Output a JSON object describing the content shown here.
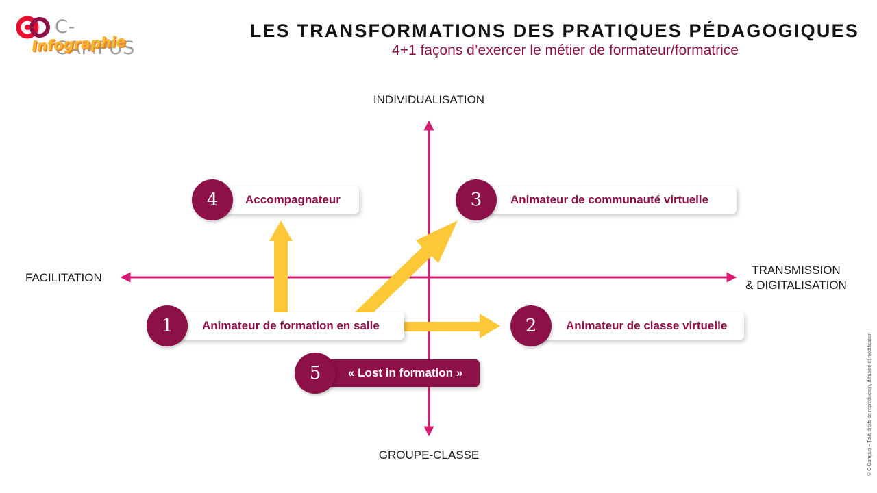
{
  "header": {
    "brand": "C-CAMPUS",
    "brand_sub": "Infographie",
    "title": "LES TRANSFORMATIONS DES PRATIQUES PÉDAGOGIQUES",
    "subtitle": "4+1 façons d’exercer le métier de formateur/formatrice"
  },
  "axes": {
    "top": "INDIVIDUALISATION",
    "bottom": "GROUPE-CLASSE",
    "left": "FACILITATION",
    "right_line1": "TRANSMISSION",
    "right_line2": "& DIGITALISATION"
  },
  "roles": [
    {
      "number": "1",
      "label": "Animateur de formation en salle"
    },
    {
      "number": "2",
      "label": "Animateur de classe virtuelle"
    },
    {
      "number": "3",
      "label": "Animateur de communauté virtuelle"
    },
    {
      "number": "4",
      "label": "Accompagnateur"
    },
    {
      "number": "5",
      "label": "« Lost in formation »"
    }
  ],
  "footer": {
    "copyright": "© C-Campus – Tous droits de reproduction, diffusion et modification"
  },
  "colors": {
    "brand": "#8e1048",
    "axis": "#d81b72",
    "arrow": "#fcc838",
    "logo_accent": "#e8102e"
  }
}
